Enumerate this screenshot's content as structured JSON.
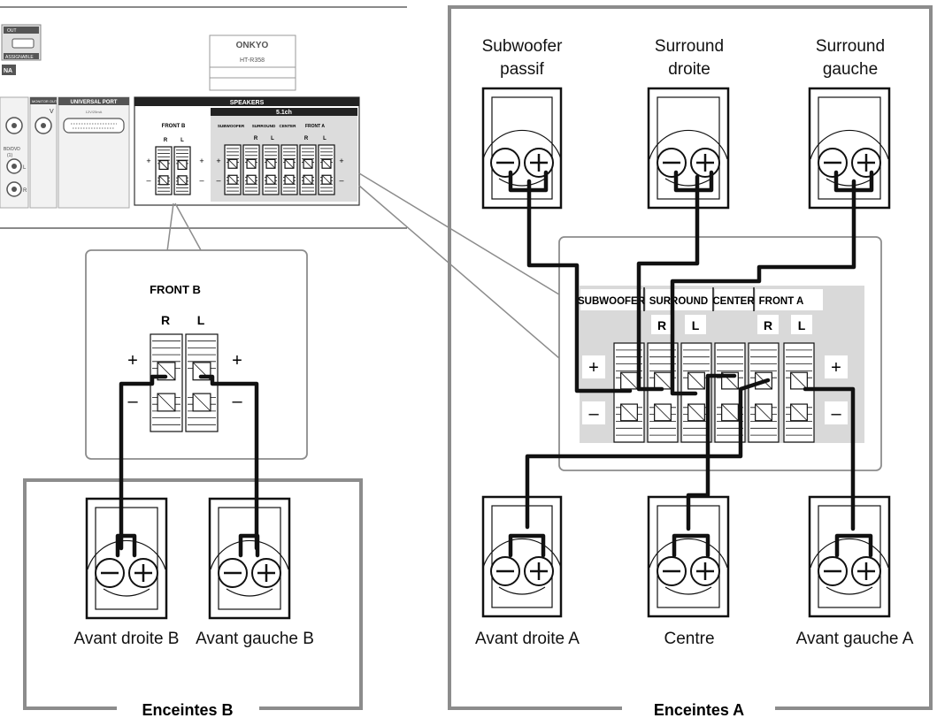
{
  "receiver": {
    "brand": "ONKYO",
    "model": "HT-R358",
    "hdmi_out_label": "OUT",
    "assignable_label": "ASSIGNABLE",
    "tuner_label": "NA",
    "monitor_out_label": "MONITOR OUT",
    "monitor_v_label": "V",
    "universal_port_label": "UNIVERSAL PORT",
    "universal_port_sub": "12V/25mA",
    "bd_dvd_label": "BD/DVD",
    "bd_dvd_sub": "(1)",
    "audio_l": "L",
    "audio_r": "R",
    "speakers_header": "SPEAKERS",
    "ch51_label": "5.1ch",
    "front_b_label": "FRONT B",
    "subwoofer_label": "SUBWOOFER",
    "surround_label": "SURROUND",
    "center_label": "CENTER",
    "front_a_label": "FRONT A",
    "r_label": "R",
    "l_label": "L",
    "plus": "+",
    "minus": "–"
  },
  "zoom_front_b": {
    "title": "FRONT B",
    "r_label": "R",
    "l_label": "L",
    "plus": "+",
    "minus": "–"
  },
  "zoom_51": {
    "subwoofer": "SUBWOOFER",
    "surround": "SURROUND",
    "center": "CENTER",
    "front_a": "FRONT A",
    "r_label": "R",
    "l_label": "L",
    "plus": "+",
    "minus": "–"
  },
  "speakers_b": {
    "group_label": "Enceintes B",
    "front_right": "Avant droite B",
    "front_left": "Avant gauche B"
  },
  "speakers_a": {
    "group_label": "Enceintes A",
    "subwoofer_line1": "Subwoofer",
    "subwoofer_line2": "passif",
    "surround_right_line1": "Surround",
    "surround_right_line2": "droite",
    "surround_left_line1": "Surround",
    "surround_left_line2": "gauche",
    "front_right": "Avant droite A",
    "center": "Centre",
    "front_left": "Avant gauche A"
  },
  "colors": {
    "frame": "#8c8c8c",
    "wire": "#111111",
    "panel_fill": "#d9d9d9",
    "terminal_fill": "#ffffff"
  }
}
